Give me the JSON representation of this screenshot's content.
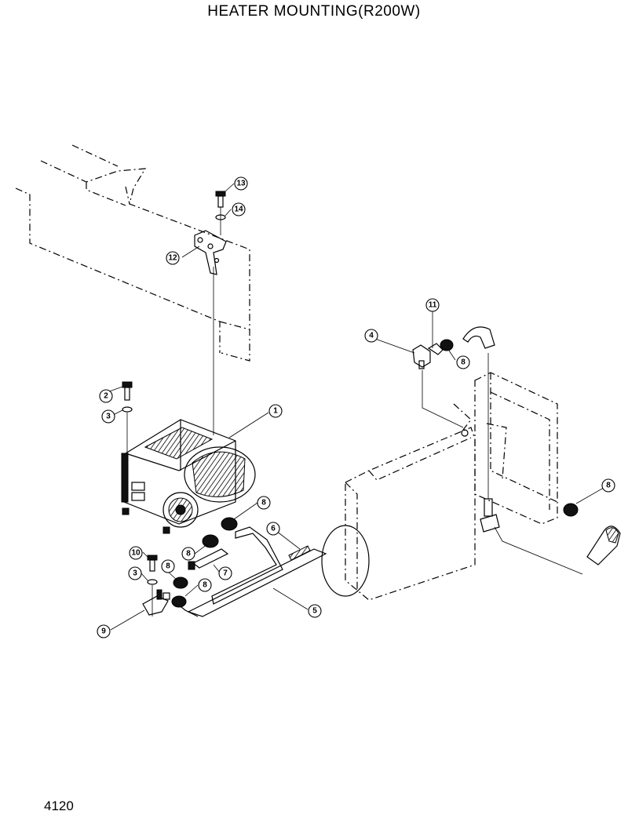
{
  "title": "HEATER  MOUNTING(R200W)",
  "page_number": "4120",
  "callouts": {
    "c1": "1",
    "c2": "2",
    "c3a": "3",
    "c3b": "3",
    "c4": "4",
    "c5": "5",
    "c6": "6",
    "c7": "7",
    "c8a": "8",
    "c8b": "8",
    "c8c": "8",
    "c8d": "8",
    "c8e": "8",
    "c8f": "8",
    "c9": "9",
    "c10": "10",
    "c11": "11",
    "c12": "12",
    "c13": "13",
    "c14": "14"
  }
}
